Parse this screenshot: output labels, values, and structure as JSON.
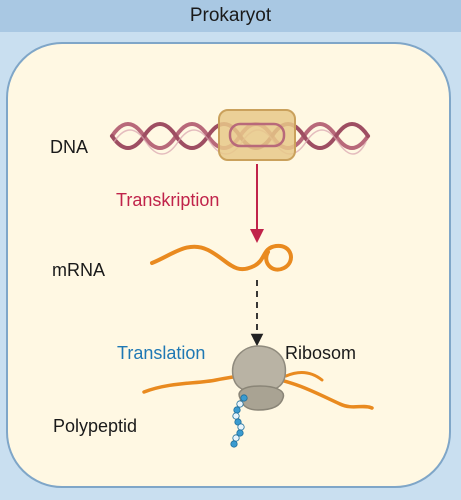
{
  "header": {
    "title": "Prokaryot"
  },
  "labels": {
    "dna": "DNA",
    "transcription": "Transkription",
    "mrna": "mRNA",
    "translation": "Translation",
    "ribosome": "Ribosom",
    "polypeptide": "Polypeptid"
  },
  "colors": {
    "header_bg": "#a9c8e3",
    "cell_bg": "#fff8e3",
    "cell_border": "#7fa6c8",
    "dna_strand": "#b8697a",
    "rna_polymerase": "#e8c98a",
    "mrna": "#e98a1f",
    "transcription_arrow": "#c0234a",
    "translation_label": "#1e78b4",
    "ribosome": "#b9b3a4",
    "polypeptide": "#3a9bd0"
  }
}
